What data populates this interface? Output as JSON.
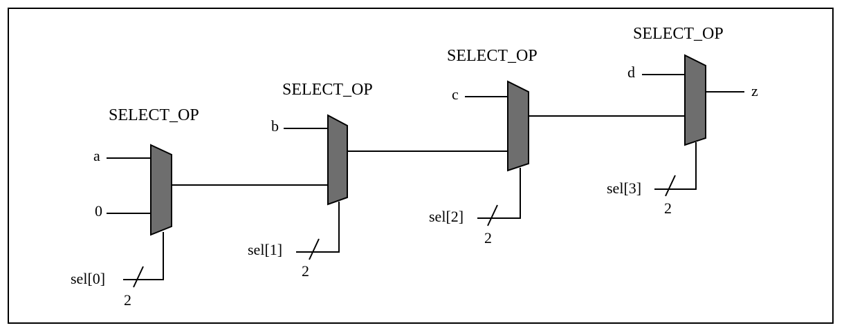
{
  "diagram": {
    "muxes": [
      {
        "title": "SELECT_OP",
        "inputs": [
          "a",
          "0"
        ],
        "select_label": "sel[0]",
        "bus_width": "2"
      },
      {
        "title": "SELECT_OP",
        "inputs": [
          "b"
        ],
        "select_label": "sel[1]",
        "bus_width": "2"
      },
      {
        "title": "SELECT_OP",
        "inputs": [
          "c"
        ],
        "select_label": "sel[2]",
        "bus_width": "2"
      },
      {
        "title": "SELECT_OP",
        "inputs": [
          "d"
        ],
        "select_label": "sel[3]",
        "bus_width": "2",
        "output": "z"
      }
    ]
  }
}
